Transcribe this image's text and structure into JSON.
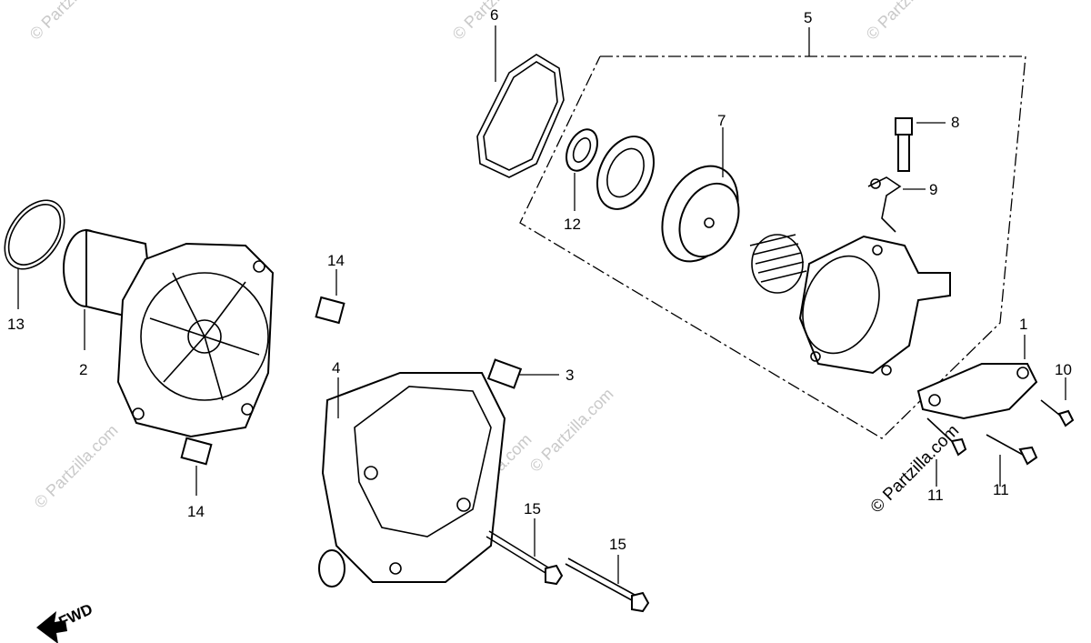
{
  "callouts": {
    "c1": "1",
    "c2": "2",
    "c3": "3",
    "c4": "4",
    "c5": "5",
    "c6": "6",
    "c7": "7",
    "c8": "8",
    "c9": "9",
    "c10": "10",
    "c11a": "11",
    "c11b": "11",
    "c12": "12",
    "c13": "13",
    "c14a": "14",
    "c14b": "14",
    "c15a": "15",
    "c15b": "15"
  },
  "direction_label": "FWD",
  "watermarks": {
    "w1": "© Partzilla.com",
    "w2": "© Partzilla.com",
    "w3": "© Partzilla.com",
    "w4": "© Partzilla.com",
    "w5": "© Partzilla.com",
    "w6": "© Partzilla.com",
    "w7": "© Partzilla.com"
  }
}
